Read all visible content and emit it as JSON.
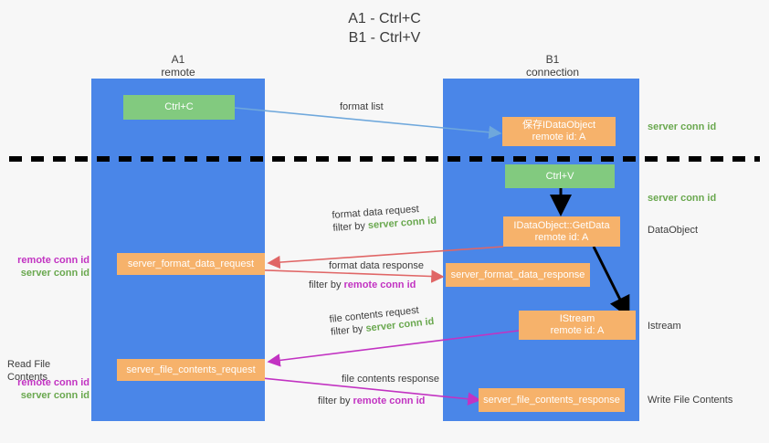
{
  "title": {
    "line1": "A1 - Ctrl+C",
    "line2": "B1 - Ctrl+V"
  },
  "columns": [
    {
      "name": "A1",
      "role": "remote"
    },
    {
      "name": "B1",
      "role": "connection"
    }
  ],
  "colors": {
    "lane": "#4a86e8",
    "orange_box": "#f6b26b",
    "green_box": "#82ca7f",
    "server_conn_id": "#6aa84f",
    "remote_conn_id": "#c233c2",
    "red_arrow": "#e06666",
    "magenta_arrow": "#c233c2",
    "blue_arrow": "#6fa8dc",
    "black_arrow": "#000000",
    "background": "#f7f7f7"
  },
  "boxes": {
    "ctrl_c": {
      "label": "Ctrl+C"
    },
    "ctrl_v": {
      "label": "Ctrl+V"
    },
    "idataobject": {
      "label": "保存IDataObject",
      "sub": "remote id: A"
    },
    "getdata": {
      "label": "IDataObject::GetData",
      "sub": "remote id: A"
    },
    "istream": {
      "label": "IStream",
      "sub": "remote id: A"
    },
    "format_data_request": {
      "label": "server_format_data_request"
    },
    "format_data_response": {
      "label": "server_format_data_response"
    },
    "file_contents_request": {
      "label": "server_file_contents_request"
    },
    "file_contents_response": {
      "label": "server_file_contents_response"
    }
  },
  "right_labels": [
    {
      "text": "server conn id",
      "kind": "green"
    },
    {
      "text": "server conn id",
      "kind": "green"
    },
    {
      "text": "DataObject",
      "kind": "plain"
    },
    {
      "text": "Istream",
      "kind": "plain"
    },
    {
      "text": "Write File Contents",
      "kind": "plain"
    }
  ],
  "left_labels": {
    "group1": {
      "remote": "remote conn id",
      "server": "server conn id"
    },
    "read_file_contents": "Read File Contents",
    "group2": {
      "remote": "remote conn id",
      "server": "server conn id"
    }
  },
  "arrow_captions": {
    "format_list": "format list",
    "format_data_request": {
      "main": "format data request",
      "filter_prefix": "filter by ",
      "filter_value": "server conn id"
    },
    "format_data_response": {
      "main": "format data response",
      "filter_prefix": "filter by ",
      "filter_value": "remote conn id"
    },
    "file_contents_request": {
      "main": "file contents request",
      "filter_prefix": "filter by ",
      "filter_value": "server conn id"
    },
    "file_contents_response": {
      "main": "file contents response",
      "filter_prefix": "filter by ",
      "filter_value": "remote conn id"
    }
  }
}
